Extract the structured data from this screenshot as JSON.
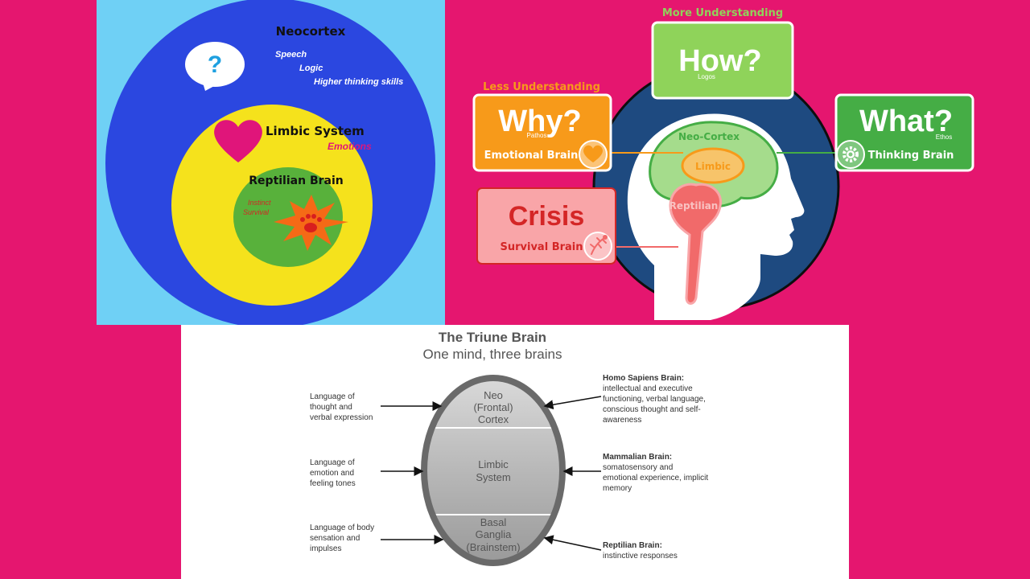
{
  "concentric": {
    "neocortex": {
      "title": "Neocortex",
      "items": [
        "Speech",
        "Logic",
        "Higher thinking skills"
      ],
      "bubble_glyph": "?"
    },
    "limbic": {
      "title": "Limbic System",
      "subtitle": "Emotions"
    },
    "reptilian": {
      "title": "Reptilian Brain",
      "items": [
        "Instinct",
        "Survival"
      ]
    },
    "colors": {
      "background": "#6fd0f5",
      "outer": "#2b47e0",
      "middle": "#f5e21c",
      "inner": "#58b13b",
      "heart": "#e0157a",
      "star": "#f56a16"
    },
    "icons": [
      "speech-bubble-icon",
      "heart-icon",
      "paw-icon"
    ]
  },
  "head_diagram": {
    "top_label": "More Understanding",
    "left_label": "Less Understanding",
    "how": {
      "title": "How?",
      "sub": "Logos"
    },
    "why": {
      "title": "Why?",
      "sub": "Pathos",
      "caption": "Emotional Brain"
    },
    "what": {
      "title": "What?",
      "sub": "Ethos",
      "caption": "Thinking Brain"
    },
    "crisis": {
      "title": "Crisis",
      "caption": "Survival Brain"
    },
    "regions": {
      "neocortex": "Neo-Cortex",
      "limbic": "Limbic",
      "reptilian": "Reptilian"
    },
    "colors": {
      "circle": "#1e4a80",
      "how": "#8fd35a",
      "why": "#f79a1a",
      "what": "#45ad45",
      "crisis": "#f9a5a8",
      "crisis_text": "#d42626"
    },
    "icons": [
      "heart-icon",
      "gear-icon",
      "lizard-icon"
    ]
  },
  "triune": {
    "title": "The Triune Brain",
    "subtitle": "One mind, three brains",
    "layers": [
      {
        "label_lines": [
          "Neo",
          "(Frontal)",
          "Cortex"
        ]
      },
      {
        "label_lines": [
          "Limbic",
          "System"
        ]
      },
      {
        "label_lines": [
          "Basal",
          "Ganglia",
          "(Brainstem)"
        ]
      }
    ],
    "left_notes": [
      [
        "Language of",
        "thought and",
        "verbal expression"
      ],
      [
        "Language of",
        "emotion and",
        "feeling tones"
      ],
      [
        "Language of body",
        "sensation and",
        "impulses"
      ]
    ],
    "right_notes": [
      {
        "title": "Homo Sapiens Brain",
        "lines": [
          "intellectual and executive",
          "functioning, verbal language,",
          "conscious thought and self-",
          "awareness"
        ]
      },
      {
        "title": "Mammalian Brain",
        "lines": [
          "somatosensory and",
          "emotional experience, implicit",
          "memory"
        ]
      },
      {
        "title": "Reptilian Brain",
        "lines": [
          "instinctive responses"
        ]
      }
    ]
  }
}
